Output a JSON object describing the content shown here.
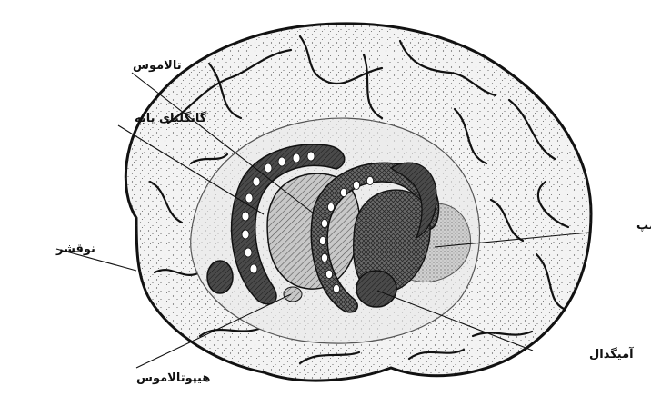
{
  "labels": {
    "thalamus": "تالاموس",
    "basal_ganglia": "گانگلیای پایه",
    "cortex": "نوقشر",
    "hypothalamus": "هیپوتالاموس",
    "hippocampus": "هیپوکمپ",
    "amygdala": "آمیگدال"
  },
  "colors": {
    "ink": "#111111",
    "brain_fill": "#f3f3f3",
    "inner_fill": "#e7e7e7",
    "dark_structure": "#5a5a5a",
    "medium_structure": "#9a9a9a",
    "light_structure": "#cfcfcf"
  }
}
